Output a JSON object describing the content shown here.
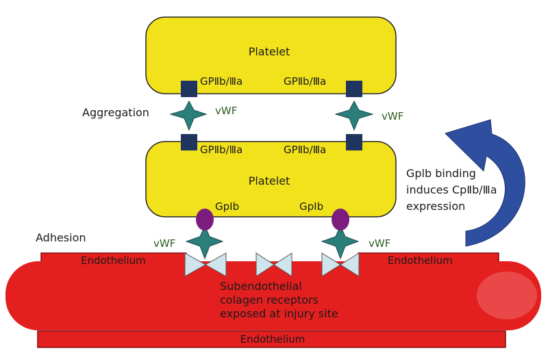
{
  "labels": {
    "platelet_top": "Platelet",
    "platelet_bottom": "Platelet",
    "gp_receptor": "GPⅡb/Ⅲa",
    "vwf": "vWF",
    "gpib": "GpIb",
    "aggregation": "Aggregation",
    "adhesion": "Adhesion",
    "endothelium": "Endothelium",
    "subendothelial_line1": "Subendothelial",
    "subendothelial_line2": "colagen receptors",
    "subendothelial_line3": "exposed at injury site",
    "gplb_line1": "Gplb binding",
    "gplb_line2": "induces CpⅡb/Ⅲa",
    "gplb_line3": "expression"
  },
  "colors": {
    "platelet_fill": "#f2e21c",
    "platelet_stroke": "#222222",
    "receptor_square": "#1f3560",
    "vwf_star": "#2b7f7a",
    "gpib_oval": "#7b1c7e",
    "vessel_red": "#e41f1f",
    "collagen_bowtie": "#cfe4ec",
    "arrow_blue": "#2e4f9f"
  }
}
